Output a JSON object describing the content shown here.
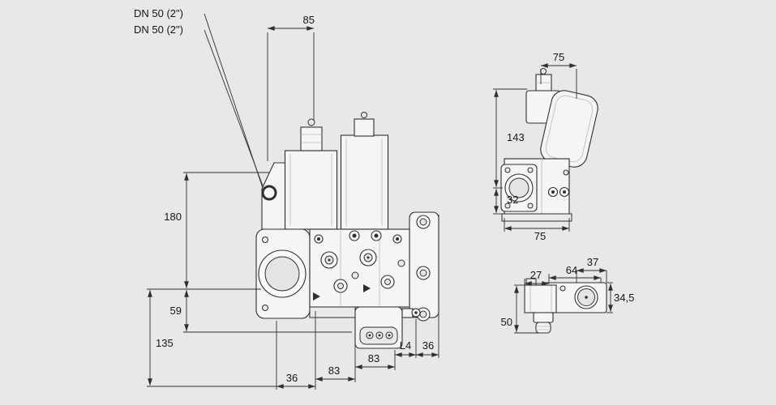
{
  "page": {
    "background": "#e8e8e8"
  },
  "callouts": {
    "dn_label_1": "DN 50 (2\")",
    "dn_label_2": "DN 50 (2\")"
  },
  "front_view": {
    "dimensions": {
      "top_width": "85",
      "left_height_total": "180",
      "left_height_mid": "59",
      "left_height_bottom": "135",
      "bottom_chain": [
        "36",
        "83",
        "83",
        "L4",
        "36"
      ]
    }
  },
  "side_view": {
    "dimensions": {
      "top_width": "75",
      "body_height": "143",
      "base_height": "32",
      "bottom_width": "75"
    }
  },
  "detail_view": {
    "dimensions": {
      "coil_width": "27",
      "body_length": "64",
      "end_width": "37",
      "body_height": "34,5",
      "overall_height": "50"
    }
  }
}
